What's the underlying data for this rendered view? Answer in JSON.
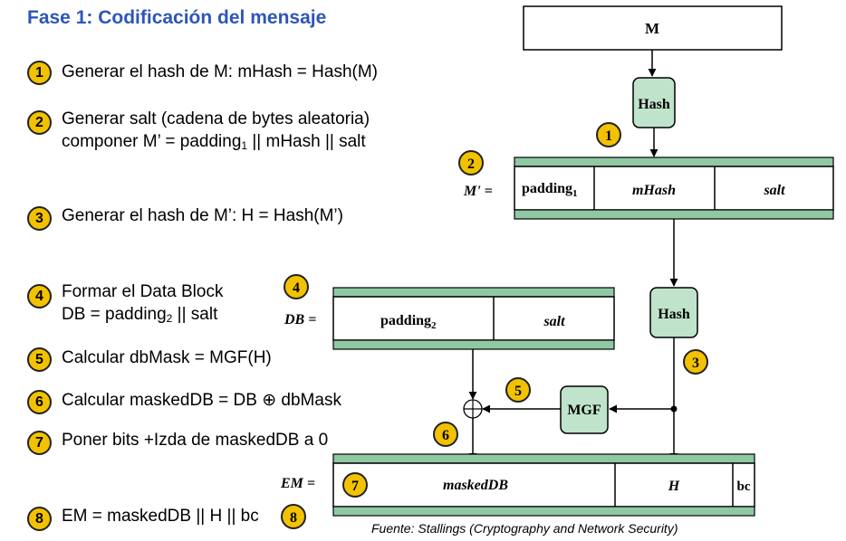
{
  "title": "Fase 1: Codificación del mensaje",
  "steps": [
    {
      "num": "1",
      "line1": "Generar el hash de M: mHash = Hash(M)"
    },
    {
      "num": "2",
      "line1": "Generar  salt  (cadena de bytes aleatoria)",
      "line2_pre": "componer M’ = padding",
      "line2_sub": "1",
      "line2_post": " || mHash || salt"
    },
    {
      "num": "3",
      "line1": "Generar el hash de M’: H = Hash(M’)"
    },
    {
      "num": "4",
      "line1": "Formar el Data Block",
      "line2_pre": "DB = padding",
      "line2_sub": "2",
      "line2_post": " || salt"
    },
    {
      "num": "5",
      "line1": "Calcular dbMask = MGF(H)"
    },
    {
      "num": "6",
      "line1": "Calcular maskedDB = DB ⊕ dbMask"
    },
    {
      "num": "7",
      "line1": "Poner bits +Izda de maskedDB a 0"
    },
    {
      "num": "8",
      "line1": "EM = maskedDB || H || bc"
    }
  ],
  "diagram": {
    "m_label": "M",
    "hash1_label": "Hash",
    "hash2_label": "Hash",
    "mgf_label": "MGF",
    "mprime_label": "M' =",
    "mprime_cells": {
      "padding": "padding",
      "padding_sub": "1",
      "mhash": "mHash",
      "salt": "salt"
    },
    "db_label": "DB =",
    "db_cells": {
      "padding": "padding",
      "padding_sub": "2",
      "salt": "salt"
    },
    "em_label": "EM =",
    "em_cells": {
      "maskeddb": "maskedDB",
      "h": "H",
      "bc": "bc"
    },
    "badges": [
      "1",
      "2",
      "3",
      "4",
      "5",
      "6",
      "7",
      "8"
    ]
  },
  "caption": "Fuente: Stallings (Cryptography and Network Security)",
  "colors": {
    "title": "#2e56b8",
    "badge": "#f2c200",
    "green_band": "#8fc9a3",
    "hash_box": "#bfe3cb"
  }
}
